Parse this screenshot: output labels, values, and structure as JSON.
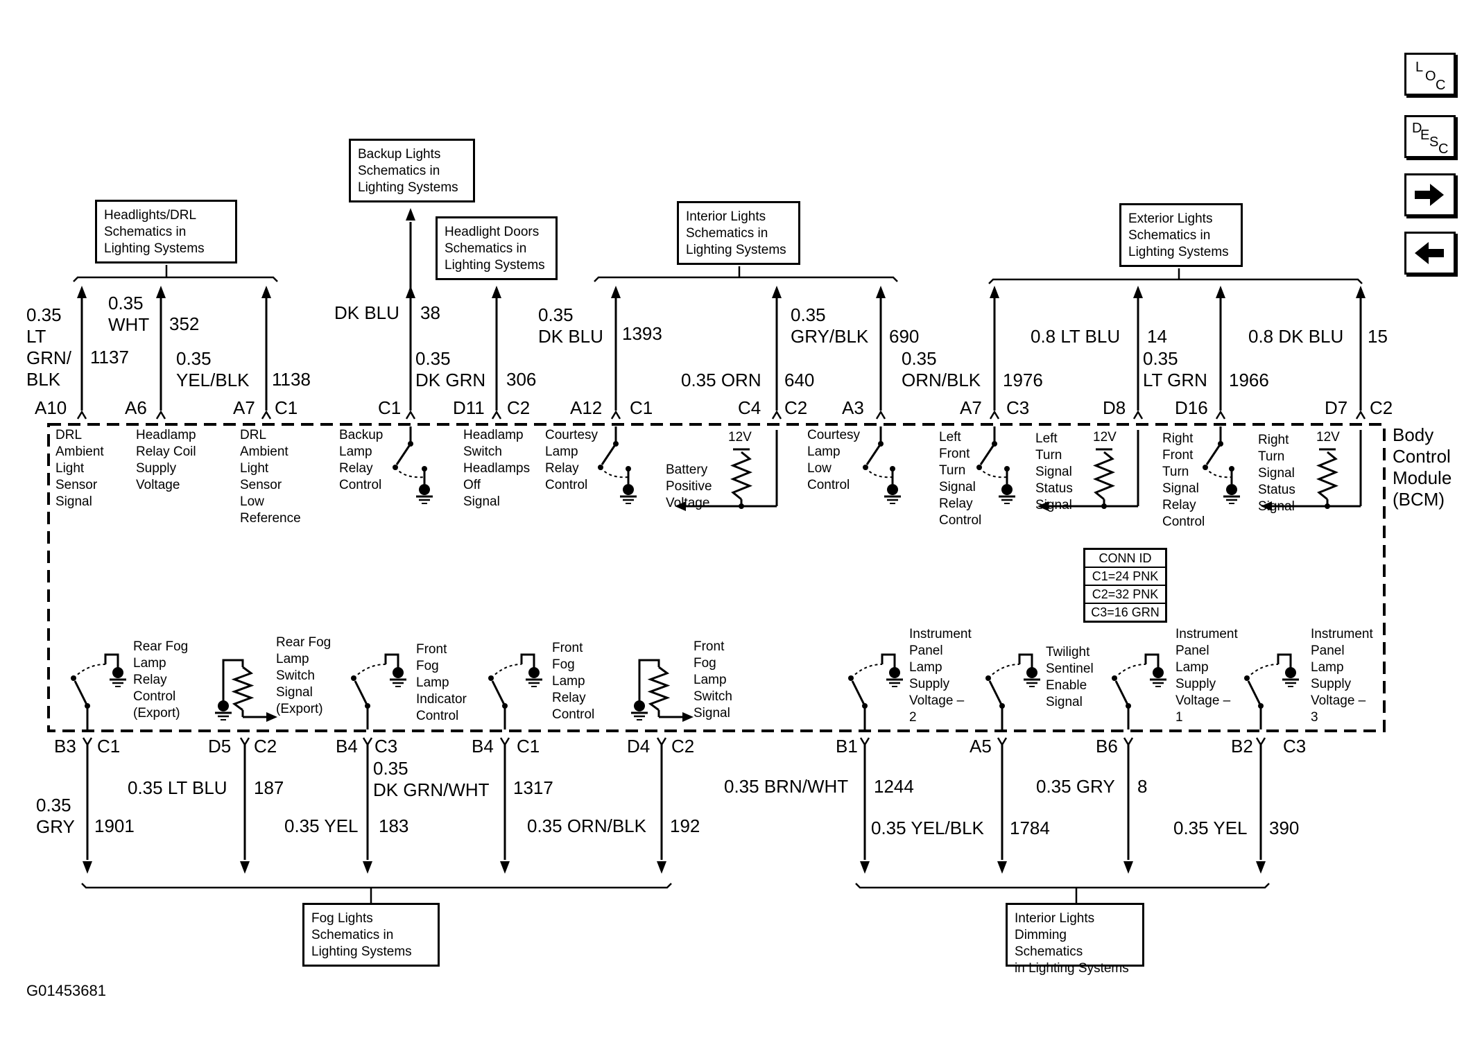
{
  "nav": {
    "loc": {
      "l": "L",
      "o": "O",
      "c": "C"
    },
    "desc": {
      "d": "D",
      "e": "E",
      "s": "S",
      "c": "C"
    }
  },
  "module": {
    "name": "Body\nControl\nModule\n(BCM)"
  },
  "conn_id": {
    "title": "CONN ID",
    "rows": [
      "C1=24 PNK",
      "C2=32 PNK",
      "C3=16 GRN"
    ]
  },
  "ref_boxes": {
    "headlights": "Headlights/DRL\nSchematics in\nLighting Systems",
    "backup": "Backup Lights\nSchematics in\nLighting Systems",
    "doors": "Headlight Doors\nSchematics in\nLighting Systems",
    "interior": "Interior Lights\nSchematics in\nLighting Systems",
    "exterior": "Exterior Lights\nSchematics in\nLighting Systems",
    "fog": "Fog Lights\nSchematics in\nLighting Systems",
    "dimming": "Interior Lights\nDimming Schematics\nin Lighting Systems"
  },
  "top_wires": [
    {
      "wire": "0.35\nLT\nGRN/\nBLK",
      "circuit": "1137",
      "pin": "A10",
      "conn": "",
      "func": "DRL\nAmbient\nLight\nSensor\nSignal"
    },
    {
      "wire": "0.35\nWHT",
      "circuit": "352",
      "pin": "A6",
      "conn": "",
      "func": "Headlamp\nRelay Coil\nSupply\nVoltage"
    },
    {
      "wire": "0.35\nYEL/BLK",
      "circuit": "1138",
      "pin": "A7",
      "conn": "C1",
      "func": "DRL\nAmbient\nLight\nSensor\nLow\nReference"
    },
    {
      "wire": "DK BLU",
      "circuit": "38",
      "pin": "C1",
      "conn": "",
      "func": "Backup\nLamp\nRelay\nControl"
    },
    {
      "wire": "0.35\nDK GRN",
      "circuit": "306",
      "pin": "D11",
      "conn": "C2",
      "func": "Headlamp\nSwitch\nHeadlamps\nOff\nSignal"
    },
    {
      "wire": "0.35\nDK BLU",
      "circuit": "1393",
      "pin": "A12",
      "conn": "C1",
      "func": "Courtesy\nLamp\nRelay\nControl"
    },
    {
      "wire": "0.35 ORN",
      "circuit": "640",
      "pin": "C4",
      "conn": "C2",
      "func": "Battery\nPositive\nVoltage"
    },
    {
      "wire": "0.35\nGRY/BLK",
      "circuit": "690",
      "pin": "A3",
      "conn": "",
      "func": "Courtesy\nLamp\nLow\nControl"
    },
    {
      "wire": "0.35\nORN/BLK",
      "circuit": "1976",
      "pin": "A7",
      "conn": "C3",
      "func": "Left\nFront\nTurn\nSignal\nRelay\nControl"
    },
    {
      "wire": "0.8 LT BLU",
      "circuit": "14",
      "pin": "D8",
      "conn": "",
      "func": "Left\nTurn\nSignal\nStatus\nSignal"
    },
    {
      "wire": "0.35\nLT GRN",
      "circuit": "1966",
      "pin": "D16",
      "conn": "",
      "func": "Right\nFront\nTurn\nSignal\nRelay\nControl"
    },
    {
      "wire": "0.8 DK BLU",
      "circuit": "15",
      "pin": "D7",
      "conn": "C2",
      "func": "Right\nTurn\nSignal\nStatus\nSignal"
    }
  ],
  "bottom_wires": [
    {
      "wire": "0.35\nGRY",
      "circuit": "1901",
      "pin": "B3",
      "conn": "C1",
      "func": "Rear Fog\nLamp\nRelay\nControl\n(Export)"
    },
    {
      "wire": "0.35 LT BLU",
      "circuit": "187",
      "pin": "D5",
      "conn": "C2",
      "func": "Rear Fog\nLamp\nSwitch\nSignal\n(Export)"
    },
    {
      "wire": "0.35 YEL",
      "circuit": "183",
      "pin": "B4",
      "conn": "C3",
      "func": "Front\nFog\nLamp\nIndicator\nControl"
    },
    {
      "wire": "0.35\nDK GRN/WHT",
      "circuit": "1317",
      "pin": "B4",
      "conn": "C1",
      "func": "Front\nFog\nLamp\nRelay\nControl"
    },
    {
      "wire": "0.35 ORN/BLK",
      "circuit": "192",
      "pin": "D4",
      "conn": "C2",
      "func": "Front\nFog\nLamp\nSwitch\nSignal"
    },
    {
      "wire": "0.35 BRN/WHT",
      "circuit": "1244",
      "pin": "B1",
      "conn": "",
      "func": "Instrument\nPanel\nLamp\nSupply\nVoltage –\n2"
    },
    {
      "wire": "0.35 YEL/BLK",
      "circuit": "1784",
      "pin": "A5",
      "conn": "",
      "func": "Twilight\nSentinel\nEnable\nSignal"
    },
    {
      "wire": "0.35 GRY",
      "circuit": "8",
      "pin": "B6",
      "conn": "",
      "func": "Instrument\nPanel\nLamp\nSupply\nVoltage –\n1"
    },
    {
      "wire": "0.35 YEL",
      "circuit": "390",
      "pin": "B2",
      "conn": "C3",
      "func": "Instrument\nPanel\nLamp\nSupply\nVoltage –\n3"
    }
  ],
  "voltage_label": "12V",
  "figure_id": "G01453681"
}
